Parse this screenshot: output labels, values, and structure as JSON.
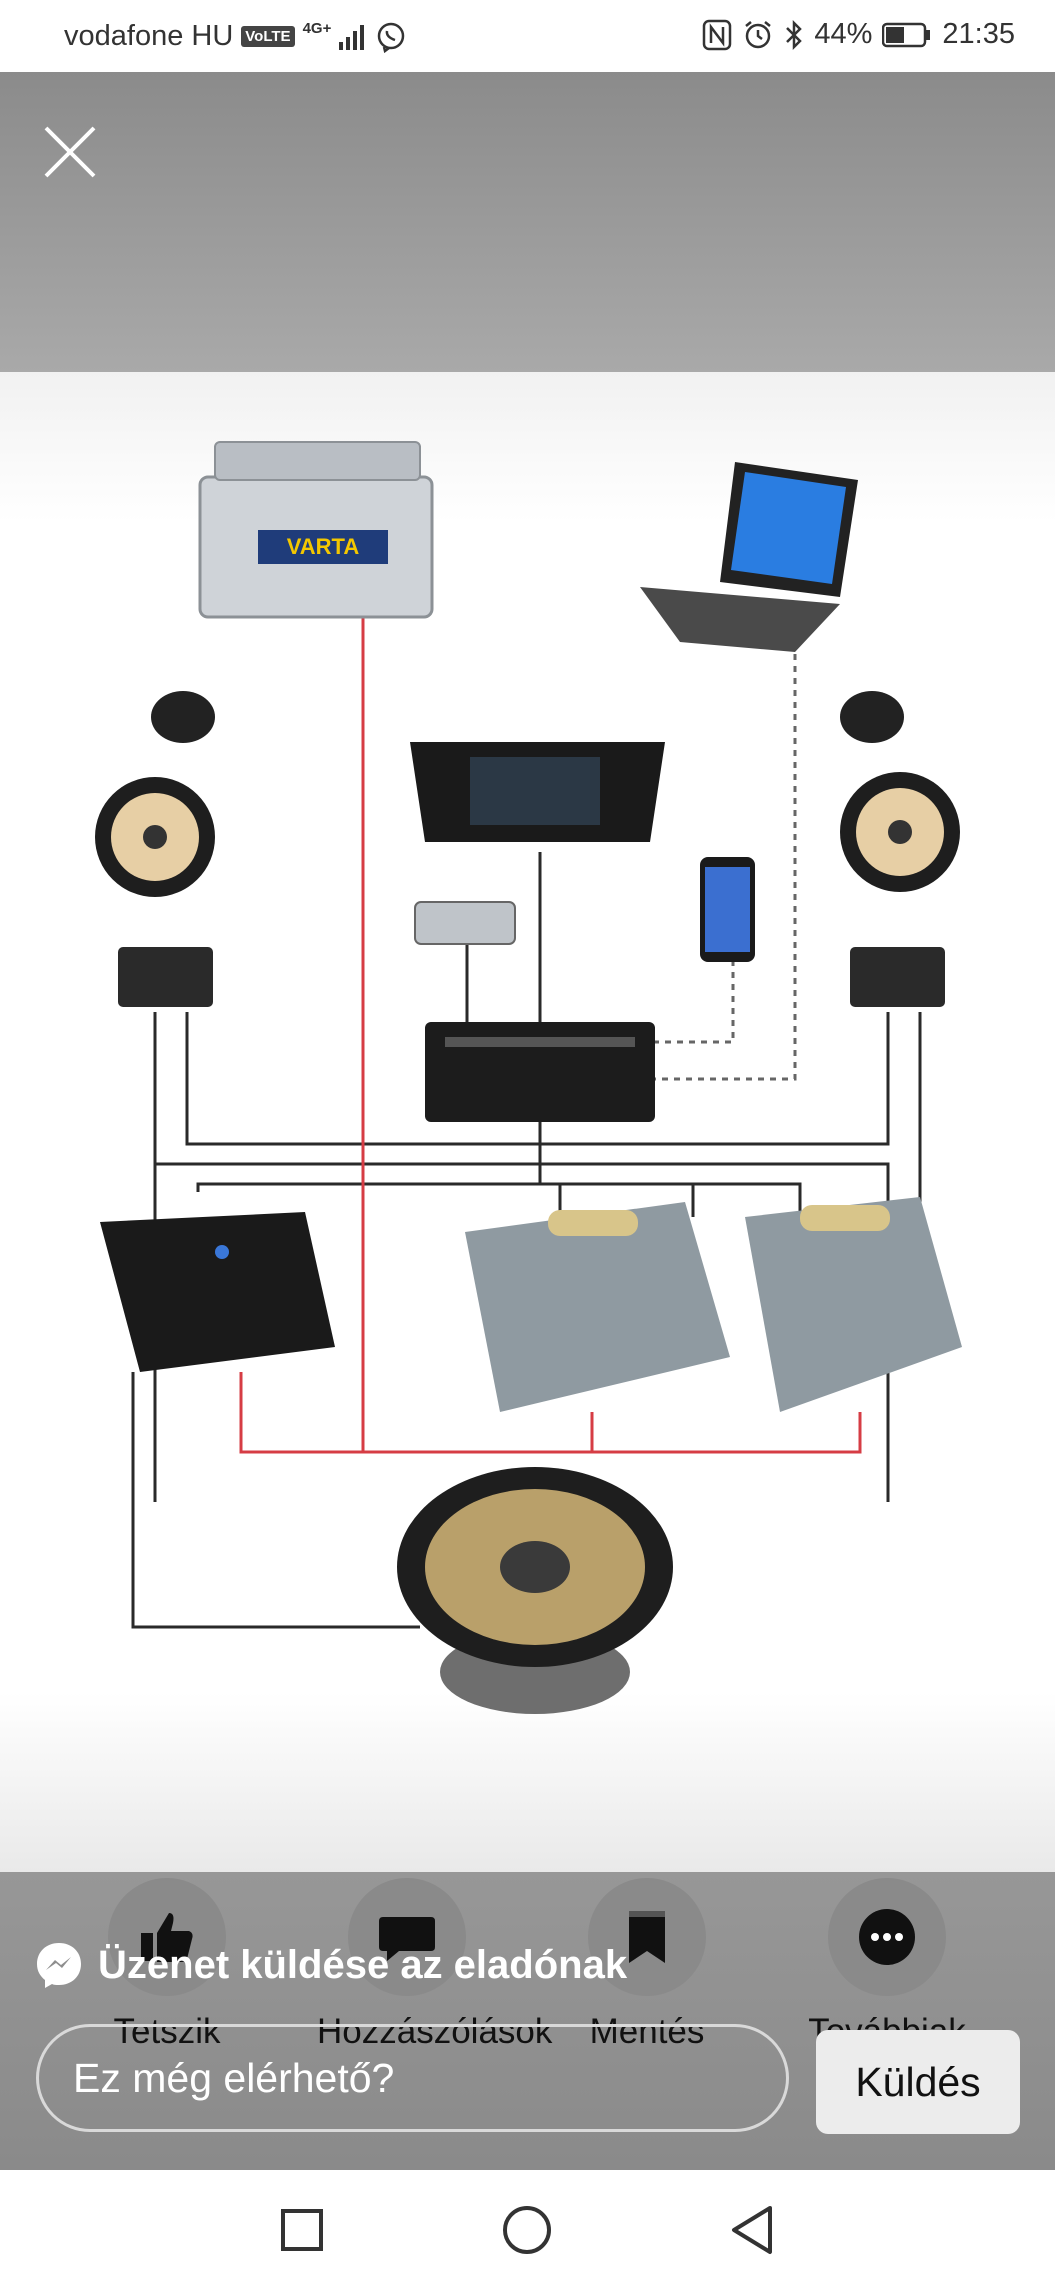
{
  "status_bar": {
    "carrier": "vodafone HU",
    "volte": "VoLTE",
    "network": "4G+",
    "battery": "44%",
    "time": "21:35"
  },
  "photo": {
    "battery_brand": "VARTA"
  },
  "actions": [
    {
      "label": "Tetszik",
      "icon": "thumbs-up-icon"
    },
    {
      "label": "Hozzászólások",
      "icon": "comment-icon"
    },
    {
      "label": "Mentés",
      "icon": "bookmark-icon"
    },
    {
      "label": "Továbbiak",
      "icon": "more-icon"
    }
  ],
  "messenger": {
    "title": "Üzenet küldése az eladónak",
    "input_value": "Ez még elérhető?",
    "send_label": "Küldés"
  },
  "colors": {
    "overlay": "#8e8e8e",
    "power_wire": "#d63c44",
    "signal_wire": "#2a2a2a",
    "send_button": "#ececec"
  }
}
